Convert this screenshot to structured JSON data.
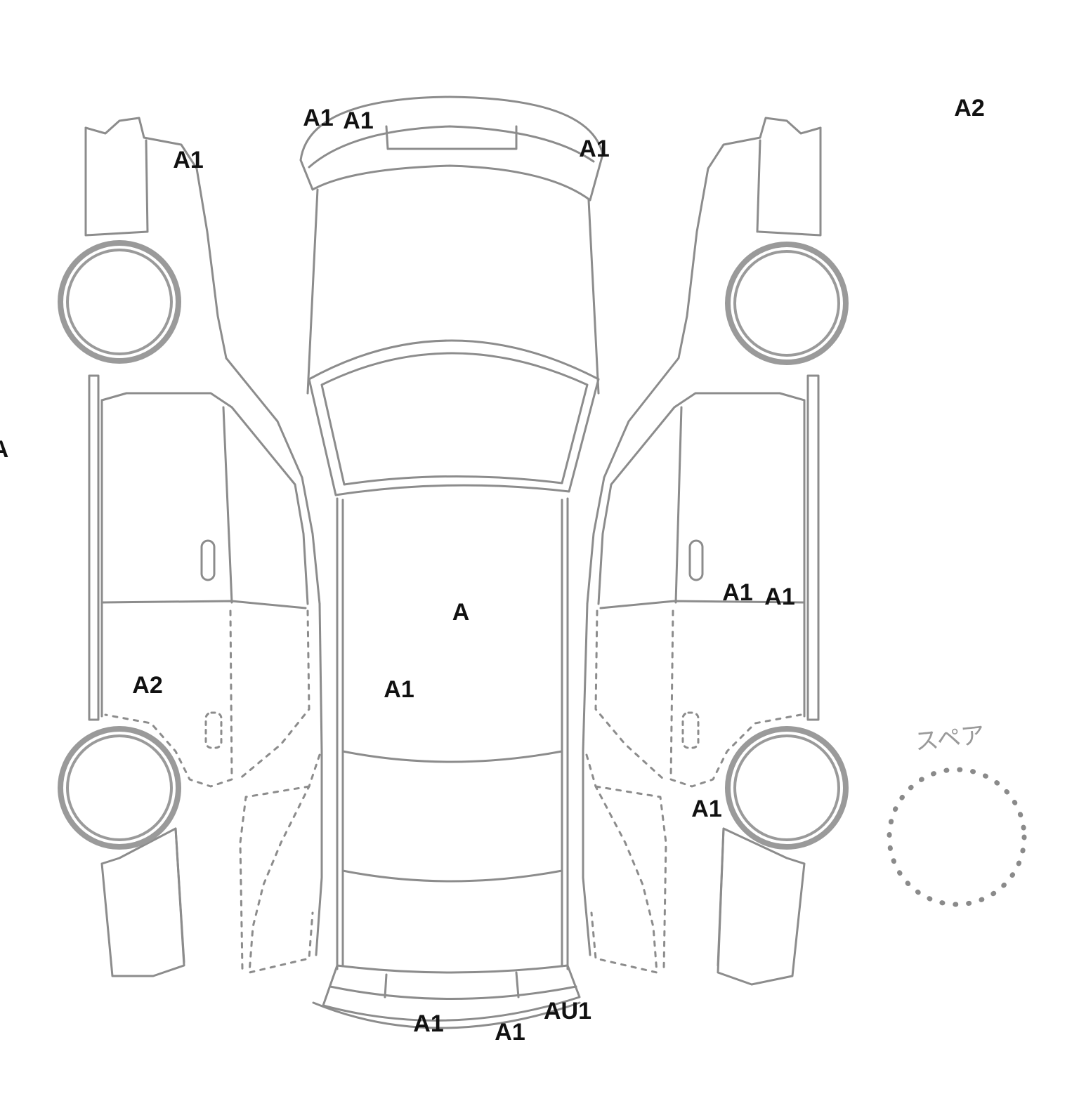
{
  "spare": {
    "label": "スペア"
  },
  "colors": {
    "outline": "#8c8c8c",
    "tire": "#9a9a9a",
    "marks": "#111111"
  },
  "marks": [
    {
      "id": "front-bumper-left-1",
      "text": "A1"
    },
    {
      "id": "front-bumper-left-2",
      "text": "A1"
    },
    {
      "id": "front-bumper-right",
      "text": "A1"
    },
    {
      "id": "left-front-fender",
      "text": "A1"
    },
    {
      "id": "right-top-corner",
      "text": "A2"
    },
    {
      "id": "left-edge-cut",
      "text": "A"
    },
    {
      "id": "roof",
      "text": "A"
    },
    {
      "id": "roof-lower",
      "text": "A1"
    },
    {
      "id": "left-rear-door",
      "text": "A2"
    },
    {
      "id": "right-rear-door-1",
      "text": "A1"
    },
    {
      "id": "right-rear-door-2",
      "text": "A1"
    },
    {
      "id": "right-rear-quarter",
      "text": "A1"
    },
    {
      "id": "rear-bumper-1",
      "text": "A1"
    },
    {
      "id": "rear-bumper-2",
      "text": "A1"
    },
    {
      "id": "rear-bumper-3",
      "text": "AU1"
    }
  ]
}
